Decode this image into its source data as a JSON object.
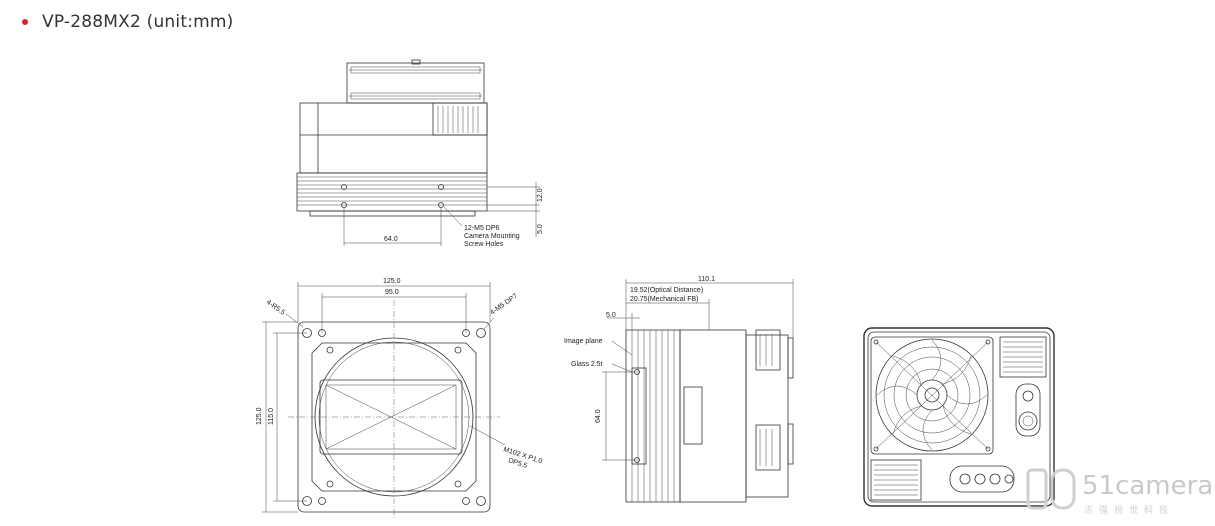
{
  "heading": {
    "title": "VP-288MX2 (unit:mm)",
    "bullet_color": "#e0201d"
  },
  "top_view": {
    "dim_64": "64.0",
    "dim_12": "12.0",
    "dim_5": "5.0",
    "note_1": "12-M5 DP6",
    "note_2": "Camera Mounting",
    "note_3": "Screw Holes"
  },
  "front_view": {
    "dim_125_w": "125.0",
    "dim_95": "95.0",
    "dim_125_h": "125.0",
    "dim_115": "115.0",
    "corner_radius": "4-R5.5",
    "corner_holes": "4-M5 DP7",
    "mount_1": "M102 X P1.0",
    "mount_2": "DP5.5"
  },
  "side_view": {
    "dim_110": "110.1",
    "optical": "19.52(Optical Distance)",
    "mechanical": "20.75(Mechanical FB)",
    "dim_5": "5.0",
    "image_plane": "Image plane",
    "glass": "Glass 2.5t",
    "dim_64": "64.0"
  },
  "watermark": {
    "brand": "51camera",
    "sub": "志强视觉科技"
  }
}
